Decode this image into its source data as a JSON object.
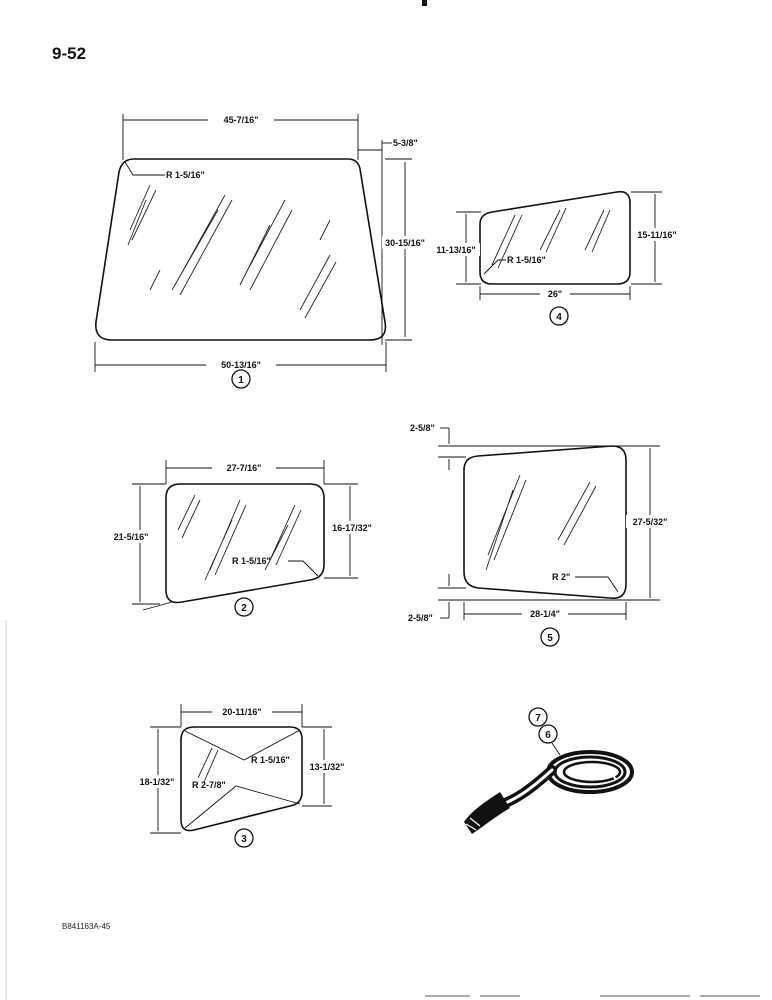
{
  "page": {
    "number": "9-52",
    "part_code": "B841163A-45"
  },
  "windows": [
    {
      "callout": "1",
      "width": "45-7/16\"",
      "offset": "5-3/8\"",
      "height": "30-15/16\"",
      "bottom_width": "50-13/16\"",
      "radius": "R 1-5/16\""
    },
    {
      "callout": "2",
      "width": "27-7/16\"",
      "left_height": "21-5/16\"",
      "right_height": "16-17/32\"",
      "radius": "R 1-5/16\""
    },
    {
      "callout": "3",
      "width": "20-11/16\"",
      "left_height": "18-1/32\"",
      "right_height": "13-1/32\"",
      "radius_small": "R 1-5/16\"",
      "radius_large": "R 2-7/8\""
    },
    {
      "callout": "4",
      "width": "26\"",
      "left_height": "11-13/16\"",
      "right_height": "15-11/16\"",
      "radius": "R 1-5/16\""
    },
    {
      "callout": "5",
      "top_offset": "2-5/8\"",
      "bottom_offset": "2-5/8\"",
      "height": "27-5/32\"",
      "width": "28-1/4\"",
      "radius": "R 2\""
    }
  ],
  "seal": {
    "callouts": [
      "7",
      "6"
    ]
  }
}
